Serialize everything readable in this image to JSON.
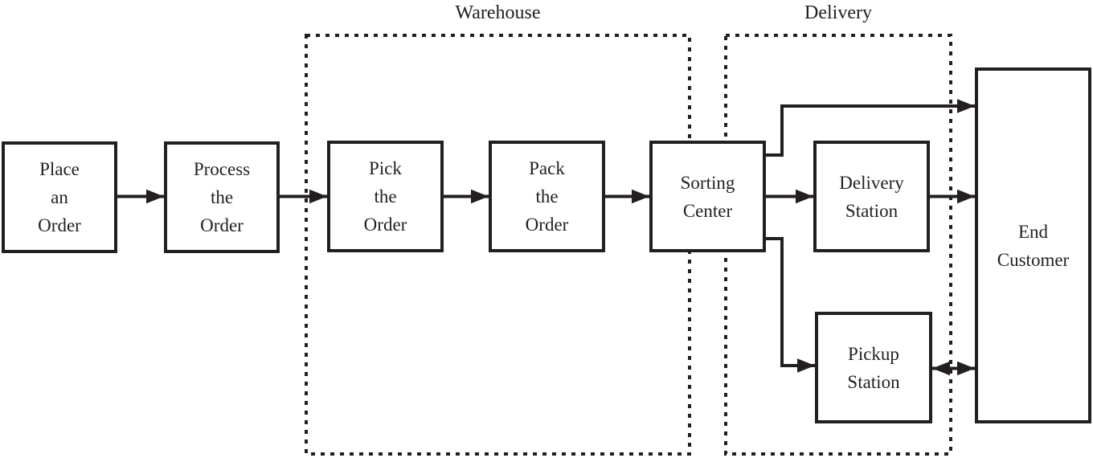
{
  "diagram": {
    "groups": {
      "warehouse": {
        "label": "Warehouse"
      },
      "delivery": {
        "label": "Delivery"
      }
    },
    "nodes": {
      "place_order": {
        "label": "Place\nan\nOrder"
      },
      "process_order": {
        "label": "Process\nthe\nOrder"
      },
      "pick_order": {
        "label": "Pick\nthe\nOrder"
      },
      "pack_order": {
        "label": "Pack\nthe\nOrder"
      },
      "sorting_center": {
        "label": "Sorting\nCenter"
      },
      "delivery_station": {
        "label": "Delivery\nStation"
      },
      "pickup_station": {
        "label": "Pickup\nStation"
      },
      "end_customer": {
        "label": "End\nCustomer"
      }
    },
    "edges": [
      {
        "from": "place_order",
        "to": "process_order",
        "type": "arrow"
      },
      {
        "from": "process_order",
        "to": "pick_order",
        "type": "arrow"
      },
      {
        "from": "pick_order",
        "to": "pack_order",
        "type": "arrow"
      },
      {
        "from": "pack_order",
        "to": "sorting_center",
        "type": "arrow"
      },
      {
        "from": "sorting_center",
        "to": "delivery_station",
        "type": "arrow"
      },
      {
        "from": "sorting_center",
        "to": "end_customer",
        "type": "arrow"
      },
      {
        "from": "sorting_center",
        "to": "pickup_station",
        "type": "arrow"
      },
      {
        "from": "delivery_station",
        "to": "end_customer",
        "type": "arrow"
      },
      {
        "from": "pickup_station",
        "to": "end_customer",
        "type": "double_arrow"
      }
    ],
    "colors": {
      "line": "#231f20",
      "background": "#ffffff",
      "node_fill": "#ffffff"
    }
  }
}
